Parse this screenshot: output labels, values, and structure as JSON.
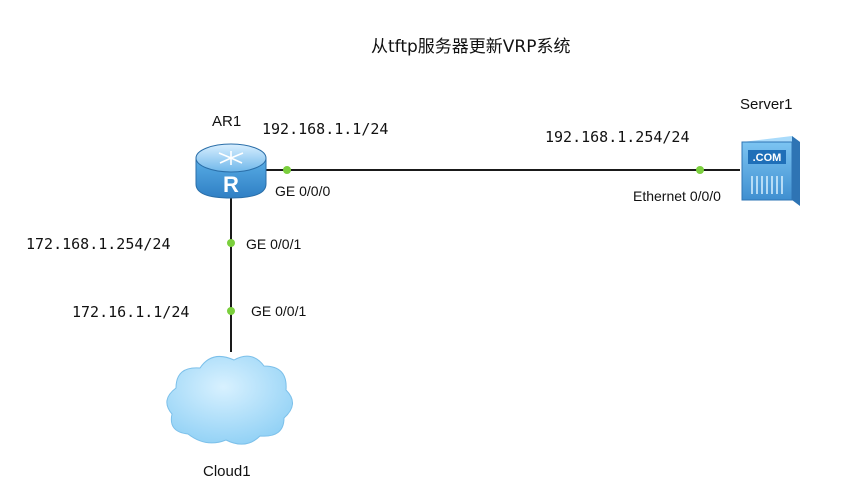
{
  "title": "从tftp服务器更新VRP系统",
  "devices": {
    "router": {
      "name": "AR1",
      "glyph": "R"
    },
    "server": {
      "name": "Server1",
      "glyph": ".COM"
    },
    "cloud": {
      "name": "Cloud1"
    }
  },
  "links": {
    "ar1_server": {
      "ar1_ip": "192.168.1.1/24",
      "ar1_port": "GE 0/0/0",
      "server_ip": "192.168.1.254/24",
      "server_port": "Ethernet 0/0/0"
    },
    "ar1_cloud": {
      "ar1_ip": "172.168.1.254/24",
      "ar1_port": "GE 0/0/1",
      "cloud_ip": "172.16.1.1/24",
      "cloud_port": "GE 0/0/1"
    }
  },
  "colors": {
    "port_dot": "#7bcf3d",
    "link": "#1a1a1a",
    "device_blue": "#4a9fdc"
  }
}
